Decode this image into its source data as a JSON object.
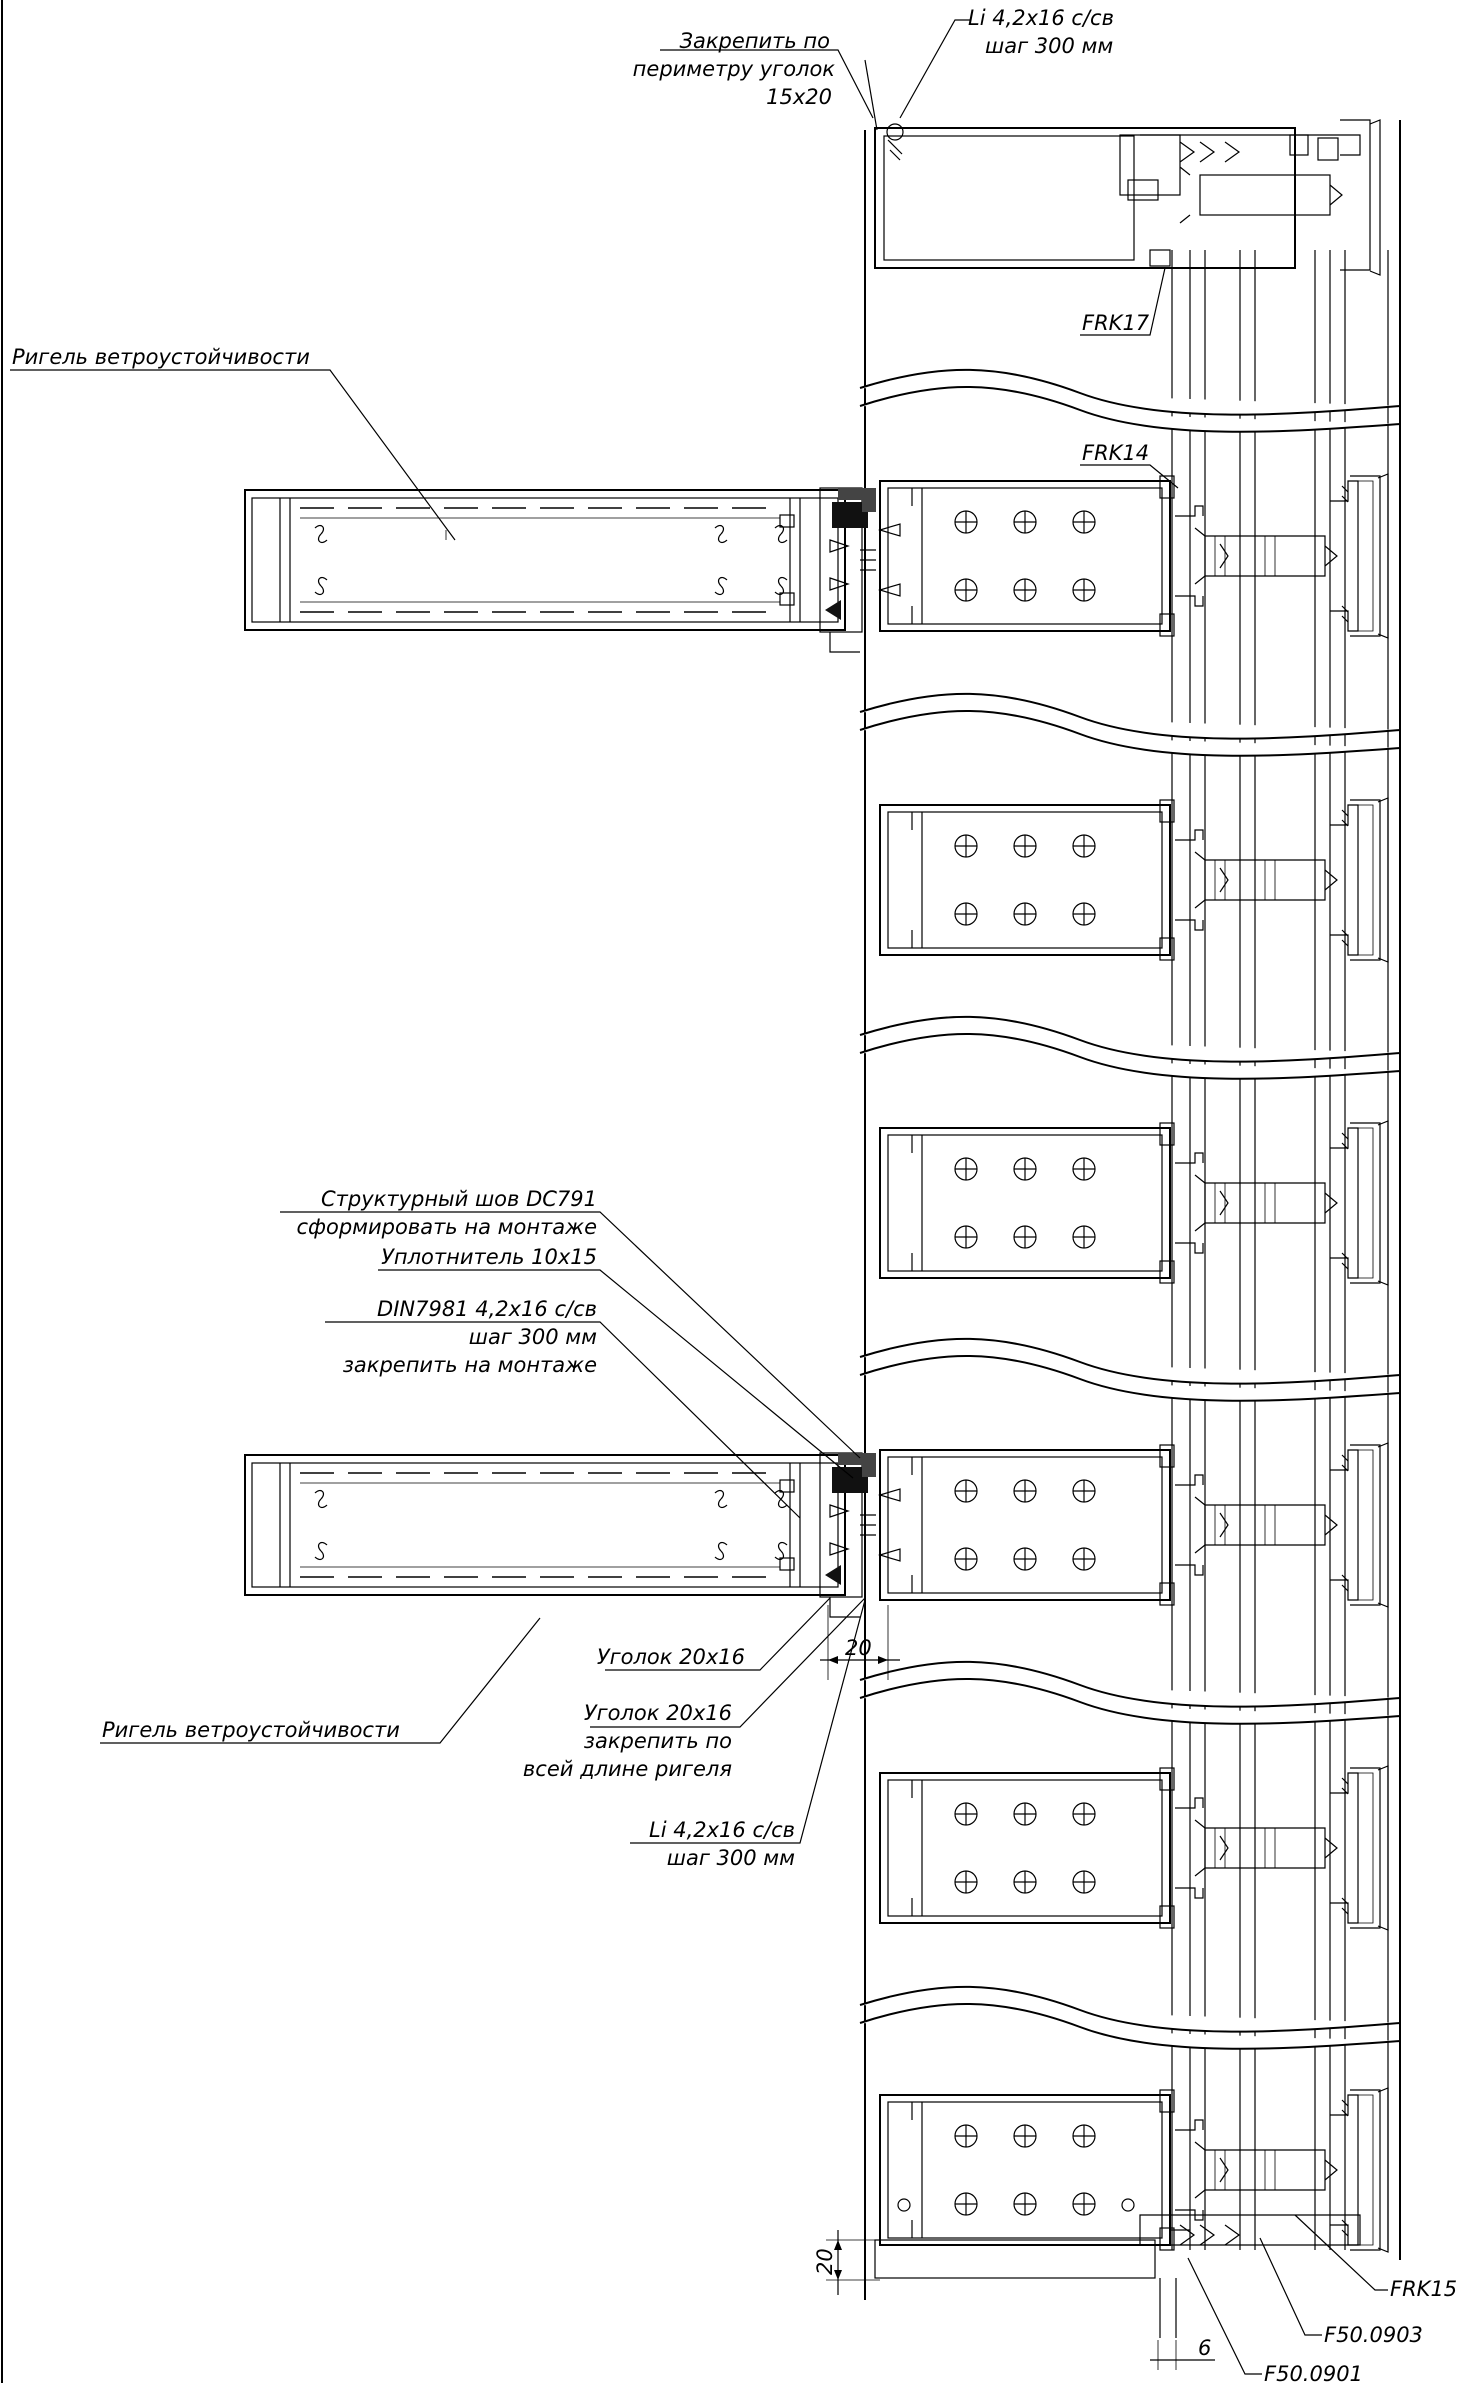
{
  "labels": {
    "fix_angle": [
      "Закрепить по",
      "периметру уголок",
      "15x20"
    ],
    "screw_top": [
      "Li 4,2x16 c/св",
      "шаг 300 мм"
    ],
    "frk17": "FRK17",
    "frk14": "FRK14",
    "frk15": "FRK15",
    "f50_0903": "F50.0903",
    "f50_0901": "F50.0901",
    "transom_top": "Ригель ветроустойчивости",
    "transom_bottom": "Ригель ветроустойчивости",
    "structural_seam": [
      "Структурный шов DC791",
      "сформировать на монтаже"
    ],
    "seal": "Уплотнитель 10x15",
    "din_screw": [
      "DIN7981 4,2x16 c/св",
      "шаг 300 мм",
      "закрепить на монтаже"
    ],
    "angle_20x16": "Уголок 20x16",
    "angle_20x16_full": [
      "Уголок 20x16",
      "закрепить по",
      "всей длине ригеля"
    ],
    "screw_bottom": [
      "Li 4,2x16 c/св",
      "шаг 300 мм"
    ],
    "dims": {
      "d20_horizontal": "20",
      "d20_vertical": "20",
      "d6": "6"
    }
  }
}
